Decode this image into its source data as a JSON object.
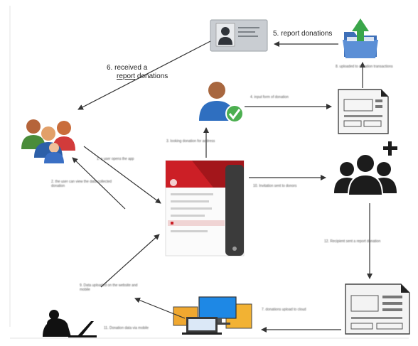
{
  "steps": {
    "s1": "1. a user opens the app",
    "s2": "2. the user can view the data collected donation",
    "s3": "3. looking donation for address",
    "s4": "4. input form of donation",
    "s5": "5. report donations",
    "s6": "6. received a report donations",
    "s7": "7. donations upload to cloud",
    "s8": "8. uploaded to donation transactions",
    "s9": "9. Data uploaded on the website and mobile",
    "s10": "10. Invitation sent to donors",
    "s11": "11. Donation data via mobile",
    "s12": "12. Recipient sent a report donation"
  },
  "big_labels": {
    "report": "5.  report donations",
    "received_line1": "6.   received a",
    "received_line2_u": "report",
    "received_line2_rest": " donations"
  },
  "icons": {
    "users_group": "users-group-icon",
    "id_card": "id-card-icon",
    "upload_folder": "upload-folder-icon",
    "verified_user": "verified-user-icon",
    "form_doc": "form-document-icon",
    "add_group": "add-group-icon",
    "phone": "mobile-app-screen",
    "devices": "multi-device-icon",
    "person_laptop": "person-laptop-icon",
    "report_doc": "report-document-icon"
  },
  "colors": {
    "app_red": "#cc1f26",
    "check_green": "#4caf50",
    "arrow_dark": "#333333",
    "device_blue": "#1e88e5",
    "folder_blue": "#5b8fd6",
    "upload_green": "#3aa64a"
  }
}
